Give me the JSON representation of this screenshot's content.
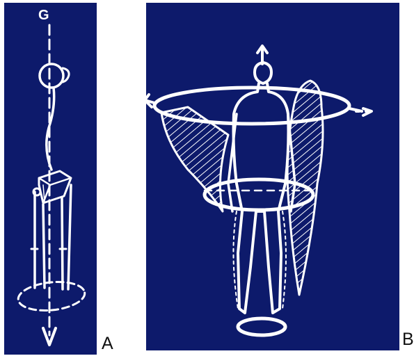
{
  "panel_a": {
    "label": "A",
    "gravity_label": "G"
  },
  "panel_b": {
    "label": "B"
  },
  "colors": {
    "background": "#0d1a6b",
    "stroke": "#ffffff"
  }
}
